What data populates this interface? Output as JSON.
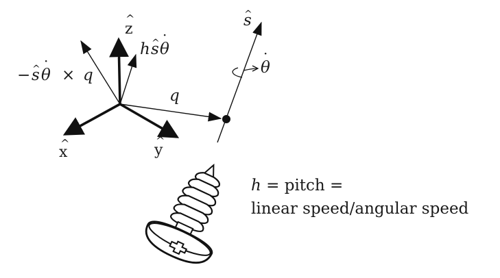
{
  "diagram": {
    "frame_axes": {
      "x_label": "x",
      "y_label": "y",
      "z_label": "z",
      "hat": "^"
    },
    "screw_axis": {
      "label": "s",
      "rate_label": "θ",
      "dot": "·"
    },
    "vectors": {
      "q_label": "q",
      "cross_term": {
        "sign": "−",
        "s": "s",
        "theta": "θ",
        "times": "×",
        "q": "q"
      },
      "h_term": {
        "h": "h",
        "s": "s",
        "theta": "θ"
      }
    },
    "caption": {
      "line1_h": "h",
      "line1_rest": " = pitch =",
      "line2": "linear speed/angular speed"
    },
    "icons": [
      "screw-icon",
      "rotation-arrow-icon"
    ]
  }
}
